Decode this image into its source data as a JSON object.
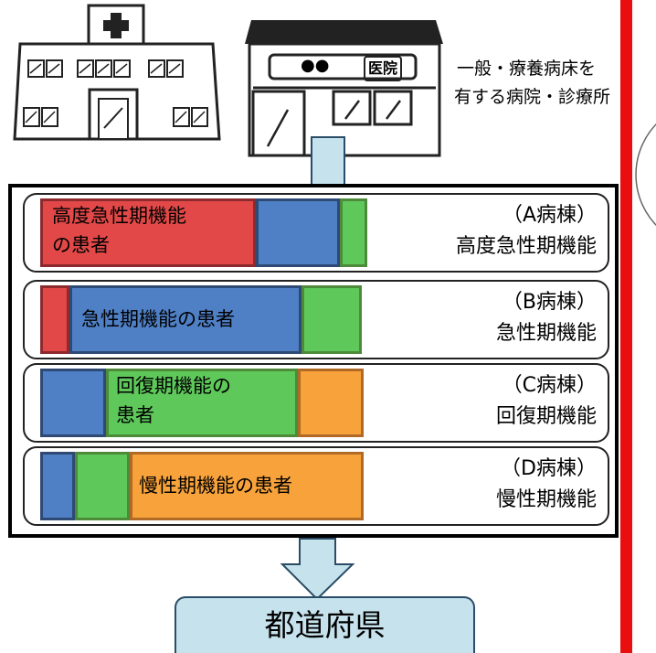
{
  "top_caption": {
    "line1": "一般・療養病床を",
    "line2": "有する病院・診療所"
  },
  "clinic_sign": {
    "dots": "●●",
    "label": "医院"
  },
  "wards": [
    {
      "name": "（A病棟）",
      "function": "高度急性期機能",
      "patient_label": "高度急性期機能\nの患者",
      "patient_label_line1": "高度急性期機能",
      "patient_label_line2": "の患者"
    },
    {
      "name": "（B病棟）",
      "function": "急性期機能",
      "patient_label": "急性期機能の患者"
    },
    {
      "name": "（C病棟）",
      "function": "回復期機能",
      "patient_label_line1": "回復期機能の",
      "patient_label_line2": "患者"
    },
    {
      "name": "（D病棟）",
      "function": "慢性期機能",
      "patient_label": "慢性期機能の患者"
    }
  ],
  "destination": "都道府県",
  "colors": {
    "high_acute": "#e24848",
    "acute": "#4f80c6",
    "recovery": "#5ec85a",
    "chronic": "#f7a23a",
    "destination_fill": "#c6e2ec",
    "divider_bar": "#ea0f0f",
    "arrow_fill": "#c6e2ec"
  }
}
